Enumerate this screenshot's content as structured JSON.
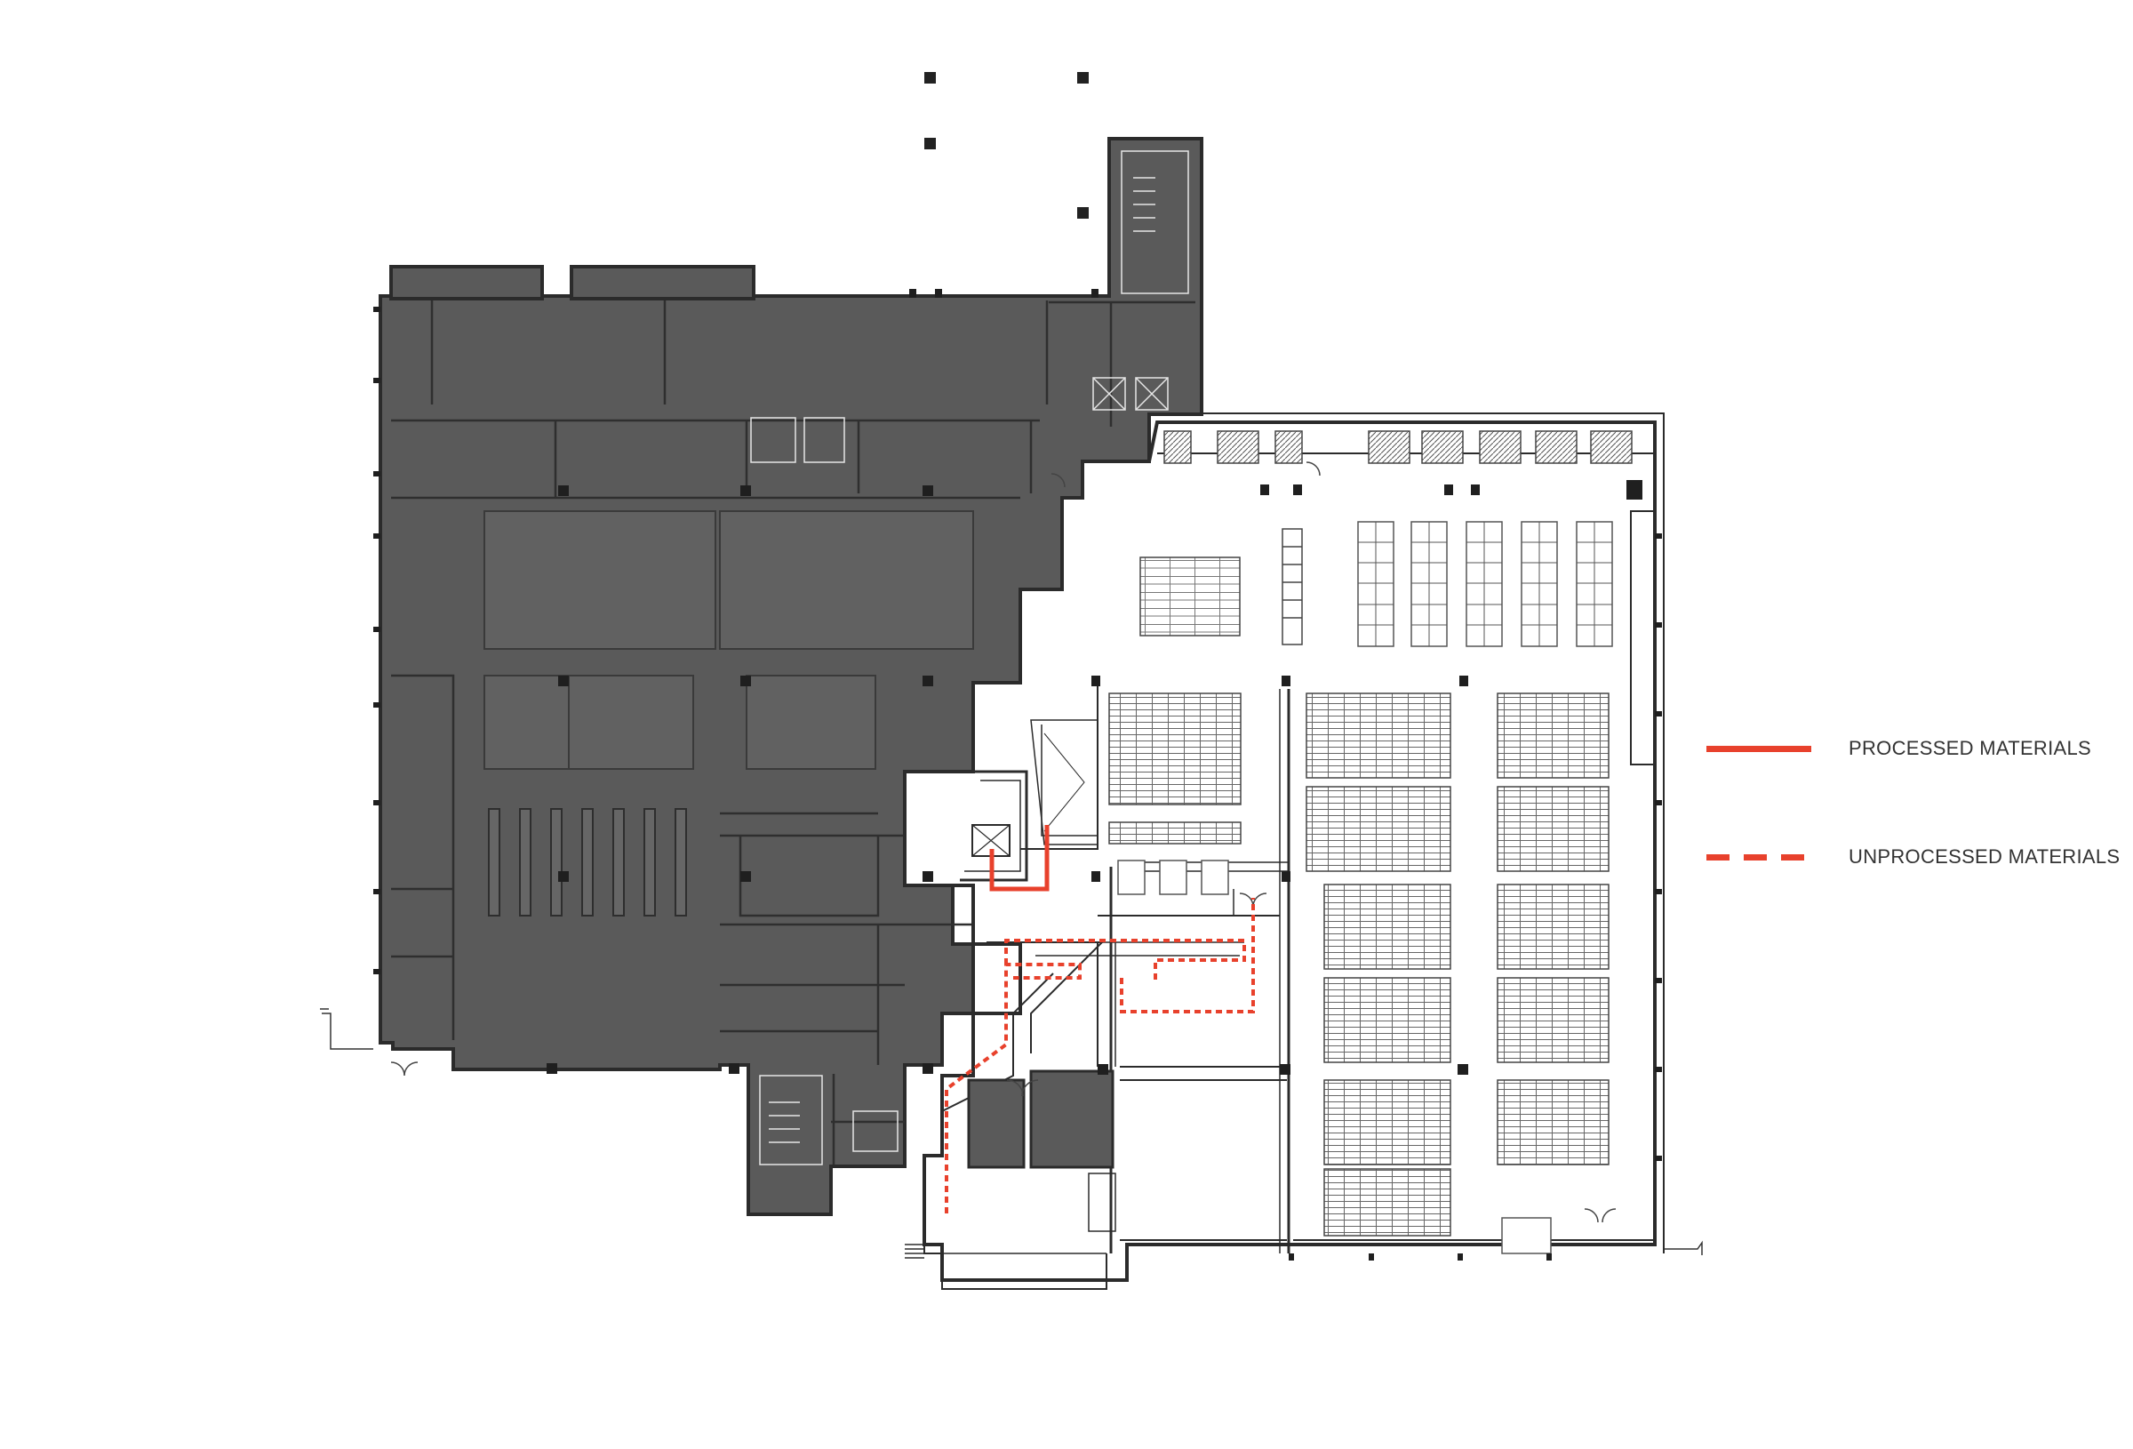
{
  "colors": {
    "background": "#ffffff",
    "existing_fill": "#5a5a5a",
    "wall": "#2b2b2b",
    "line": "#555555",
    "path": "#e8412c"
  },
  "legend": {
    "items": [
      {
        "label": "PROCESSED MATERIALS",
        "style": "solid",
        "color": "#e8412c"
      },
      {
        "label": "UNPROCESSED MATERIALS",
        "style": "dashed",
        "color": "#e8412c"
      }
    ]
  }
}
